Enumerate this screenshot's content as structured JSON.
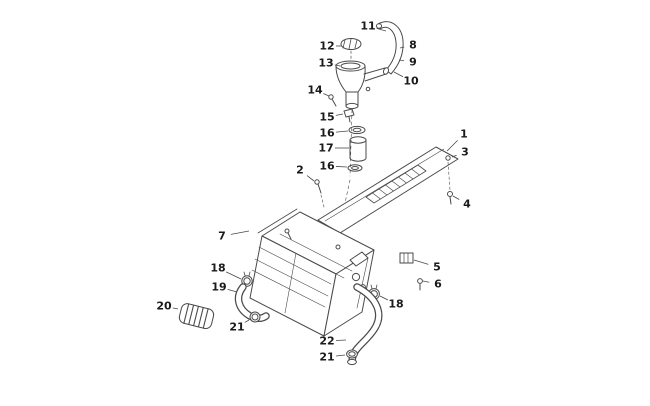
{
  "diagram": {
    "kind": "exploded-parts-diagram",
    "colors": {
      "line": "#4a4a4a",
      "label": "#1a1a1a",
      "background": "#ffffff"
    },
    "callouts": [
      {
        "label": "11",
        "t": [
          368,
          26
        ],
        "a": [
          386,
          31
        ]
      },
      {
        "label": "8",
        "t": [
          413,
          45
        ],
        "a": [
          400,
          48
        ]
      },
      {
        "label": "9",
        "t": [
          413,
          62
        ],
        "a": [
          399,
          60
        ]
      },
      {
        "label": "10",
        "t": [
          411,
          81
        ],
        "a": [
          394,
          72
        ]
      },
      {
        "label": "12",
        "t": [
          327,
          46
        ],
        "a": [
          341,
          46
        ]
      },
      {
        "label": "13",
        "t": [
          326,
          63
        ],
        "a": [
          340,
          66
        ]
      },
      {
        "label": "14",
        "t": [
          315,
          90
        ],
        "a": [
          329,
          96
        ]
      },
      {
        "label": "15",
        "t": [
          327,
          117
        ],
        "a": [
          343,
          114
        ]
      },
      {
        "label": "16",
        "t": [
          327,
          133
        ],
        "a": [
          348,
          131
        ]
      },
      {
        "label": "17",
        "t": [
          326,
          148
        ],
        "a": [
          349,
          148
        ]
      },
      {
        "label": "16",
        "t": [
          327,
          166
        ],
        "a": [
          347,
          167
        ]
      },
      {
        "label": "2",
        "t": [
          300,
          170
        ],
        "a": [
          314,
          181
        ]
      },
      {
        "label": "1",
        "t": [
          464,
          134
        ],
        "a": [
          447,
          151
        ]
      },
      {
        "label": "3",
        "t": [
          465,
          152
        ],
        "a": [
          452,
          157
        ]
      },
      {
        "label": "4",
        "t": [
          467,
          204
        ],
        "a": [
          453,
          196
        ]
      },
      {
        "label": "5",
        "t": [
          437,
          267
        ],
        "a": [
          414,
          260
        ]
      },
      {
        "label": "6",
        "t": [
          438,
          284
        ],
        "a": [
          423,
          281
        ]
      },
      {
        "label": "7",
        "t": [
          222,
          236
        ],
        "a": [
          249,
          231
        ]
      },
      {
        "label": "18",
        "t": [
          218,
          268
        ],
        "a": [
          241,
          279
        ]
      },
      {
        "label": "19",
        "t": [
          219,
          287
        ],
        "a": [
          237,
          292
        ]
      },
      {
        "label": "20",
        "t": [
          164,
          306
        ],
        "a": [
          178,
          309
        ]
      },
      {
        "label": "21",
        "t": [
          237,
          327
        ],
        "a": [
          249,
          320
        ]
      },
      {
        "label": "18",
        "t": [
          396,
          304
        ],
        "a": [
          380,
          296
        ]
      },
      {
        "label": "22",
        "t": [
          327,
          341
        ],
        "a": [
          346,
          340
        ]
      },
      {
        "label": "21",
        "t": [
          327,
          357
        ],
        "a": [
          345,
          355
        ]
      }
    ]
  }
}
